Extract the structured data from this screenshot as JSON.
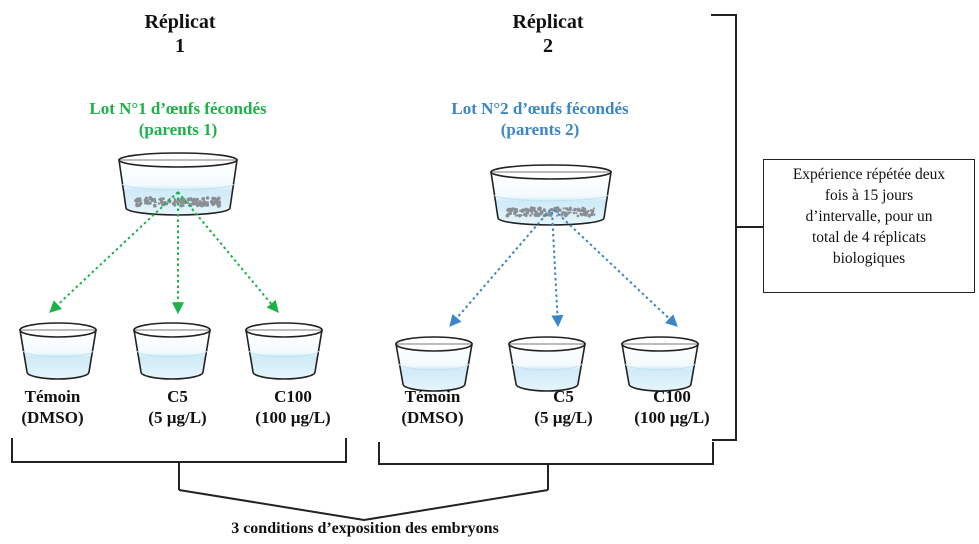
{
  "colors": {
    "replicate1": "#1db14a",
    "replicate2": "#3a86c8",
    "outline": "#222222",
    "water": "#cfeaf7",
    "eggs": "#8a8f94"
  },
  "replicates": [
    {
      "title_line1": "Réplicat",
      "title_line2": "1",
      "lot_line1": "Lot N°1 d’œufs fécondés",
      "lot_line2": "(parents 1)",
      "conditions": [
        {
          "name": "Témoin",
          "detail": "(DMSO)"
        },
        {
          "name": "C5",
          "detail": "(5 µg/L)"
        },
        {
          "name": "C100",
          "detail": "(100 µg/L)"
        }
      ]
    },
    {
      "title_line1": "Réplicat",
      "title_line2": "2",
      "lot_line1": "Lot N°2 d’œufs fécondés",
      "lot_line2": "(parents 2)",
      "conditions": [
        {
          "name": "Témoin",
          "detail": "(DMSO)"
        },
        {
          "name": "C5",
          "detail": "(5 µg/L)"
        },
        {
          "name": "C100",
          "detail": "(100 µg/L)"
        }
      ]
    }
  ],
  "note": {
    "line1": "Expérience répétée deux",
    "line2": "fois à 15 jours",
    "line3": "d’intervalle, pour un",
    "line4": "total de 4 réplicats",
    "line5": "biologiques"
  },
  "footer": "3 conditions d’exposition des embryons"
}
